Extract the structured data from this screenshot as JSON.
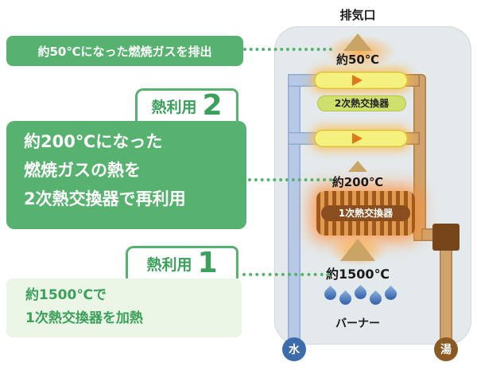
{
  "diagram": {
    "exhaust_port_label": "排気口",
    "exhaust_temp": "約50℃",
    "secondary_hx_label": "2次熱交換器",
    "mid_temp": "約200℃",
    "primary_hx_label": "1次熱交換器",
    "burner_temp": "約1500℃",
    "burner_label": "バーナー",
    "cold_water_label": "水",
    "hot_water_label": "湯"
  },
  "callouts": {
    "exhaust_note": "約50℃になった燃焼ガスを排出",
    "heat_use_2": {
      "tab_label": "熱利用",
      "tab_number": "2",
      "line1": "約200℃になった",
      "line2": "燃焼ガスの熱を",
      "line3": "2次熱交換器で再利用"
    },
    "heat_use_1": {
      "tab_label": "熱利用",
      "tab_number": "1",
      "line1": "約1500℃で",
      "line2": "1次熱交換器を加熱"
    }
  },
  "colors": {
    "callout_green": "#56b26e",
    "callout_green_text": "#3aa05a",
    "light_green_bg": "#eaf5e5",
    "unit_body": "#e4e9ec",
    "cold_pipe": "#b7c9e6",
    "hot_pipe": "#d0a36c",
    "tube_yellow": "#f5f17e",
    "hx2_pill": "#cfe06c",
    "coil_brown": "#a2571c",
    "valve_brown": "#76451a",
    "flame_blue": "#3a69b0",
    "arrow_tan": "#c9a465",
    "arrow_orange": "#e0791c",
    "water_circle": "#3d6cac",
    "hot_water_circle": "#8a5a24"
  }
}
